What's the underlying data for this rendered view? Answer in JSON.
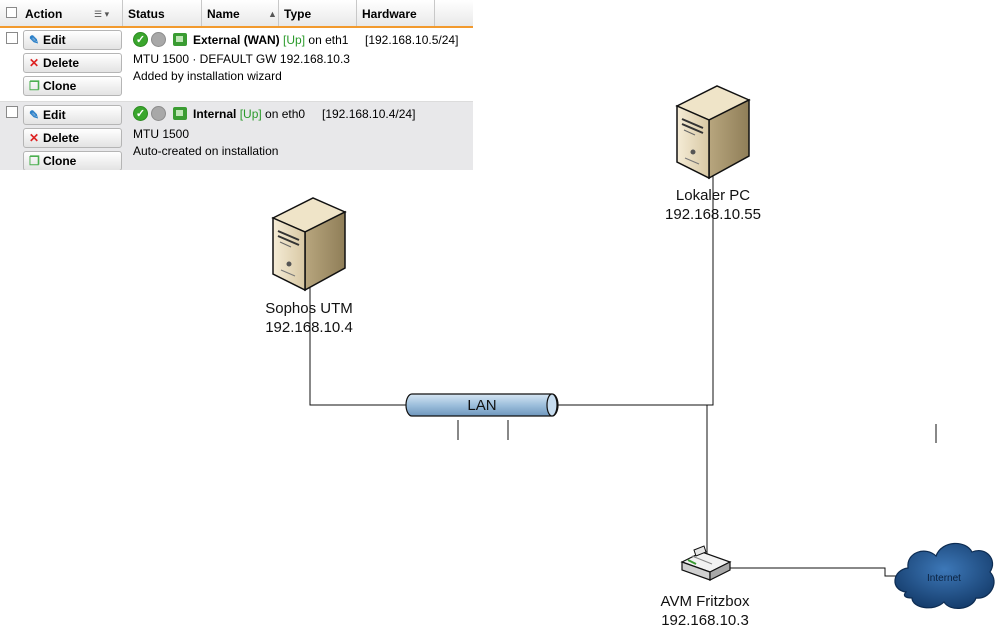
{
  "table": {
    "headers": {
      "action": "Action",
      "status": "Status",
      "name": "Name",
      "type": "Type",
      "hardware": "Hardware"
    },
    "buttons": {
      "edit": "Edit",
      "delete": "Delete",
      "clone": "Clone"
    },
    "rows": [
      {
        "name": "External (WAN)",
        "state": "[Up]",
        "on": "on eth1",
        "address": "[192.168.10.5/24]",
        "detail1": "MTU 1500 · DEFAULT GW 192.168.10.3",
        "detail2": "Added by installation wizard"
      },
      {
        "name": "Internal",
        "state": "[Up]",
        "on": "on eth0",
        "address": "[192.168.10.4/24]",
        "detail1": "MTU 1500",
        "detail2": "Auto-created on installation"
      }
    ]
  },
  "diagram": {
    "utm": {
      "name": "Sophos UTM",
      "ip": "192.168.10.4"
    },
    "pc": {
      "name": "Lokaler PC",
      "ip": "192.168.10.55"
    },
    "fritzbox": {
      "name": "AVM Fritzbox",
      "ip": "192.168.10.3"
    },
    "lan_label": "LAN",
    "cloud_label": "Internet"
  },
  "colors": {
    "accent": "#f29a2e",
    "lan_pipe": "#9dbfdc",
    "cloud": "#1f4f86"
  }
}
